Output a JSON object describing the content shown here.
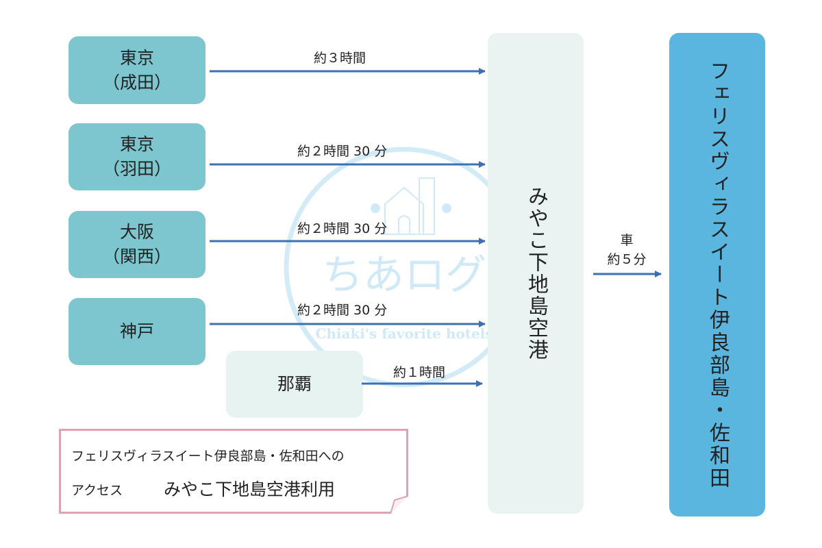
{
  "origins": [
    {
      "line1": "東京",
      "line2": "（成田）",
      "duration": "約３時間"
    },
    {
      "line1": "東京",
      "line2": "（羽田）",
      "duration": "約２時間 30 分"
    },
    {
      "line1": "大阪",
      "line2": "（関西）",
      "duration": "約２時間 30 分"
    },
    {
      "line1": "神戸",
      "line2": "",
      "duration": "約２時間 30 分"
    }
  ],
  "naha": {
    "label": "那覇",
    "duration": "約１時間"
  },
  "airport": {
    "label": "みやこ下地島空港"
  },
  "transfer": {
    "mode": "車",
    "duration": "約５分"
  },
  "hotel": {
    "label": "フェリスヴィラスイート伊良部島・佐和田"
  },
  "note": {
    "line1": "フェリスヴィラスイート伊良部島・佐和田への",
    "line2_small": "アクセス",
    "line2_large": "みやこ下地島空港利用"
  },
  "watermark": {
    "title": "ちあログ",
    "subtitle": "Chiaki's favorite hotels"
  },
  "colors": {
    "origin_box": "#7dc5cf",
    "naha_box": "#e6f3f1",
    "airport_box": "#e9f4f2",
    "hotel_box": "#5ab5df",
    "arrow": "#3b6fb6",
    "note_border": "#dca4b0"
  }
}
